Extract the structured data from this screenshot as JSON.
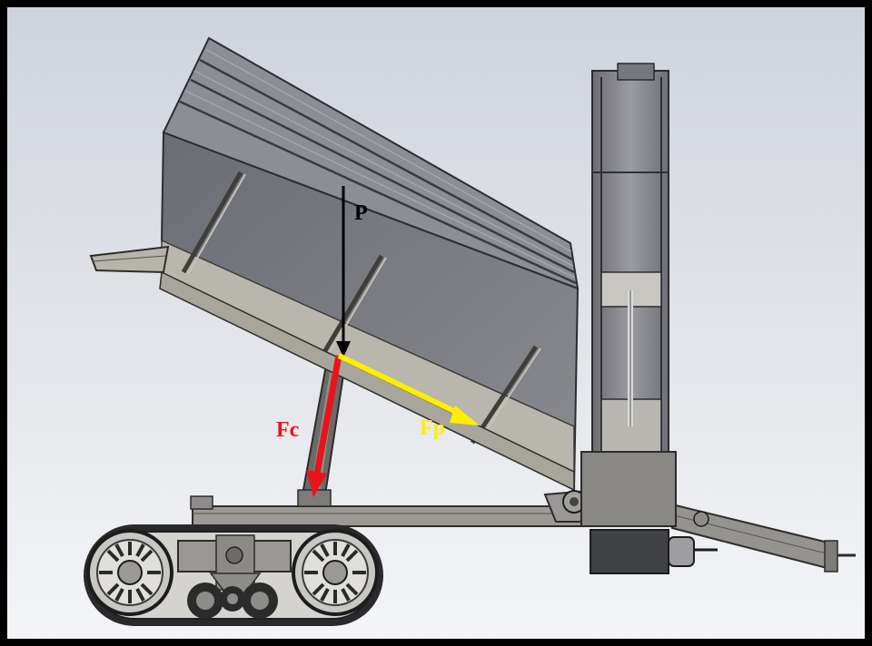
{
  "labels": {
    "p": "P",
    "fc": "Fc",
    "fp": "Fp"
  },
  "colors": {
    "frame": "#000000",
    "background_top": "#cfd3dc",
    "background_bottom": "#f2f3f5",
    "steel": "#8e8c88",
    "steel_dark": "#4b4a47",
    "force_p": "#000000",
    "force_fc": "#e8141b",
    "force_fp": "#ffee00"
  },
  "icons": [
    "tracked-undercarriage-icon",
    "tilted-hopper-icon",
    "vertical-elevator-icon",
    "hydraulic-cylinder-icon"
  ]
}
